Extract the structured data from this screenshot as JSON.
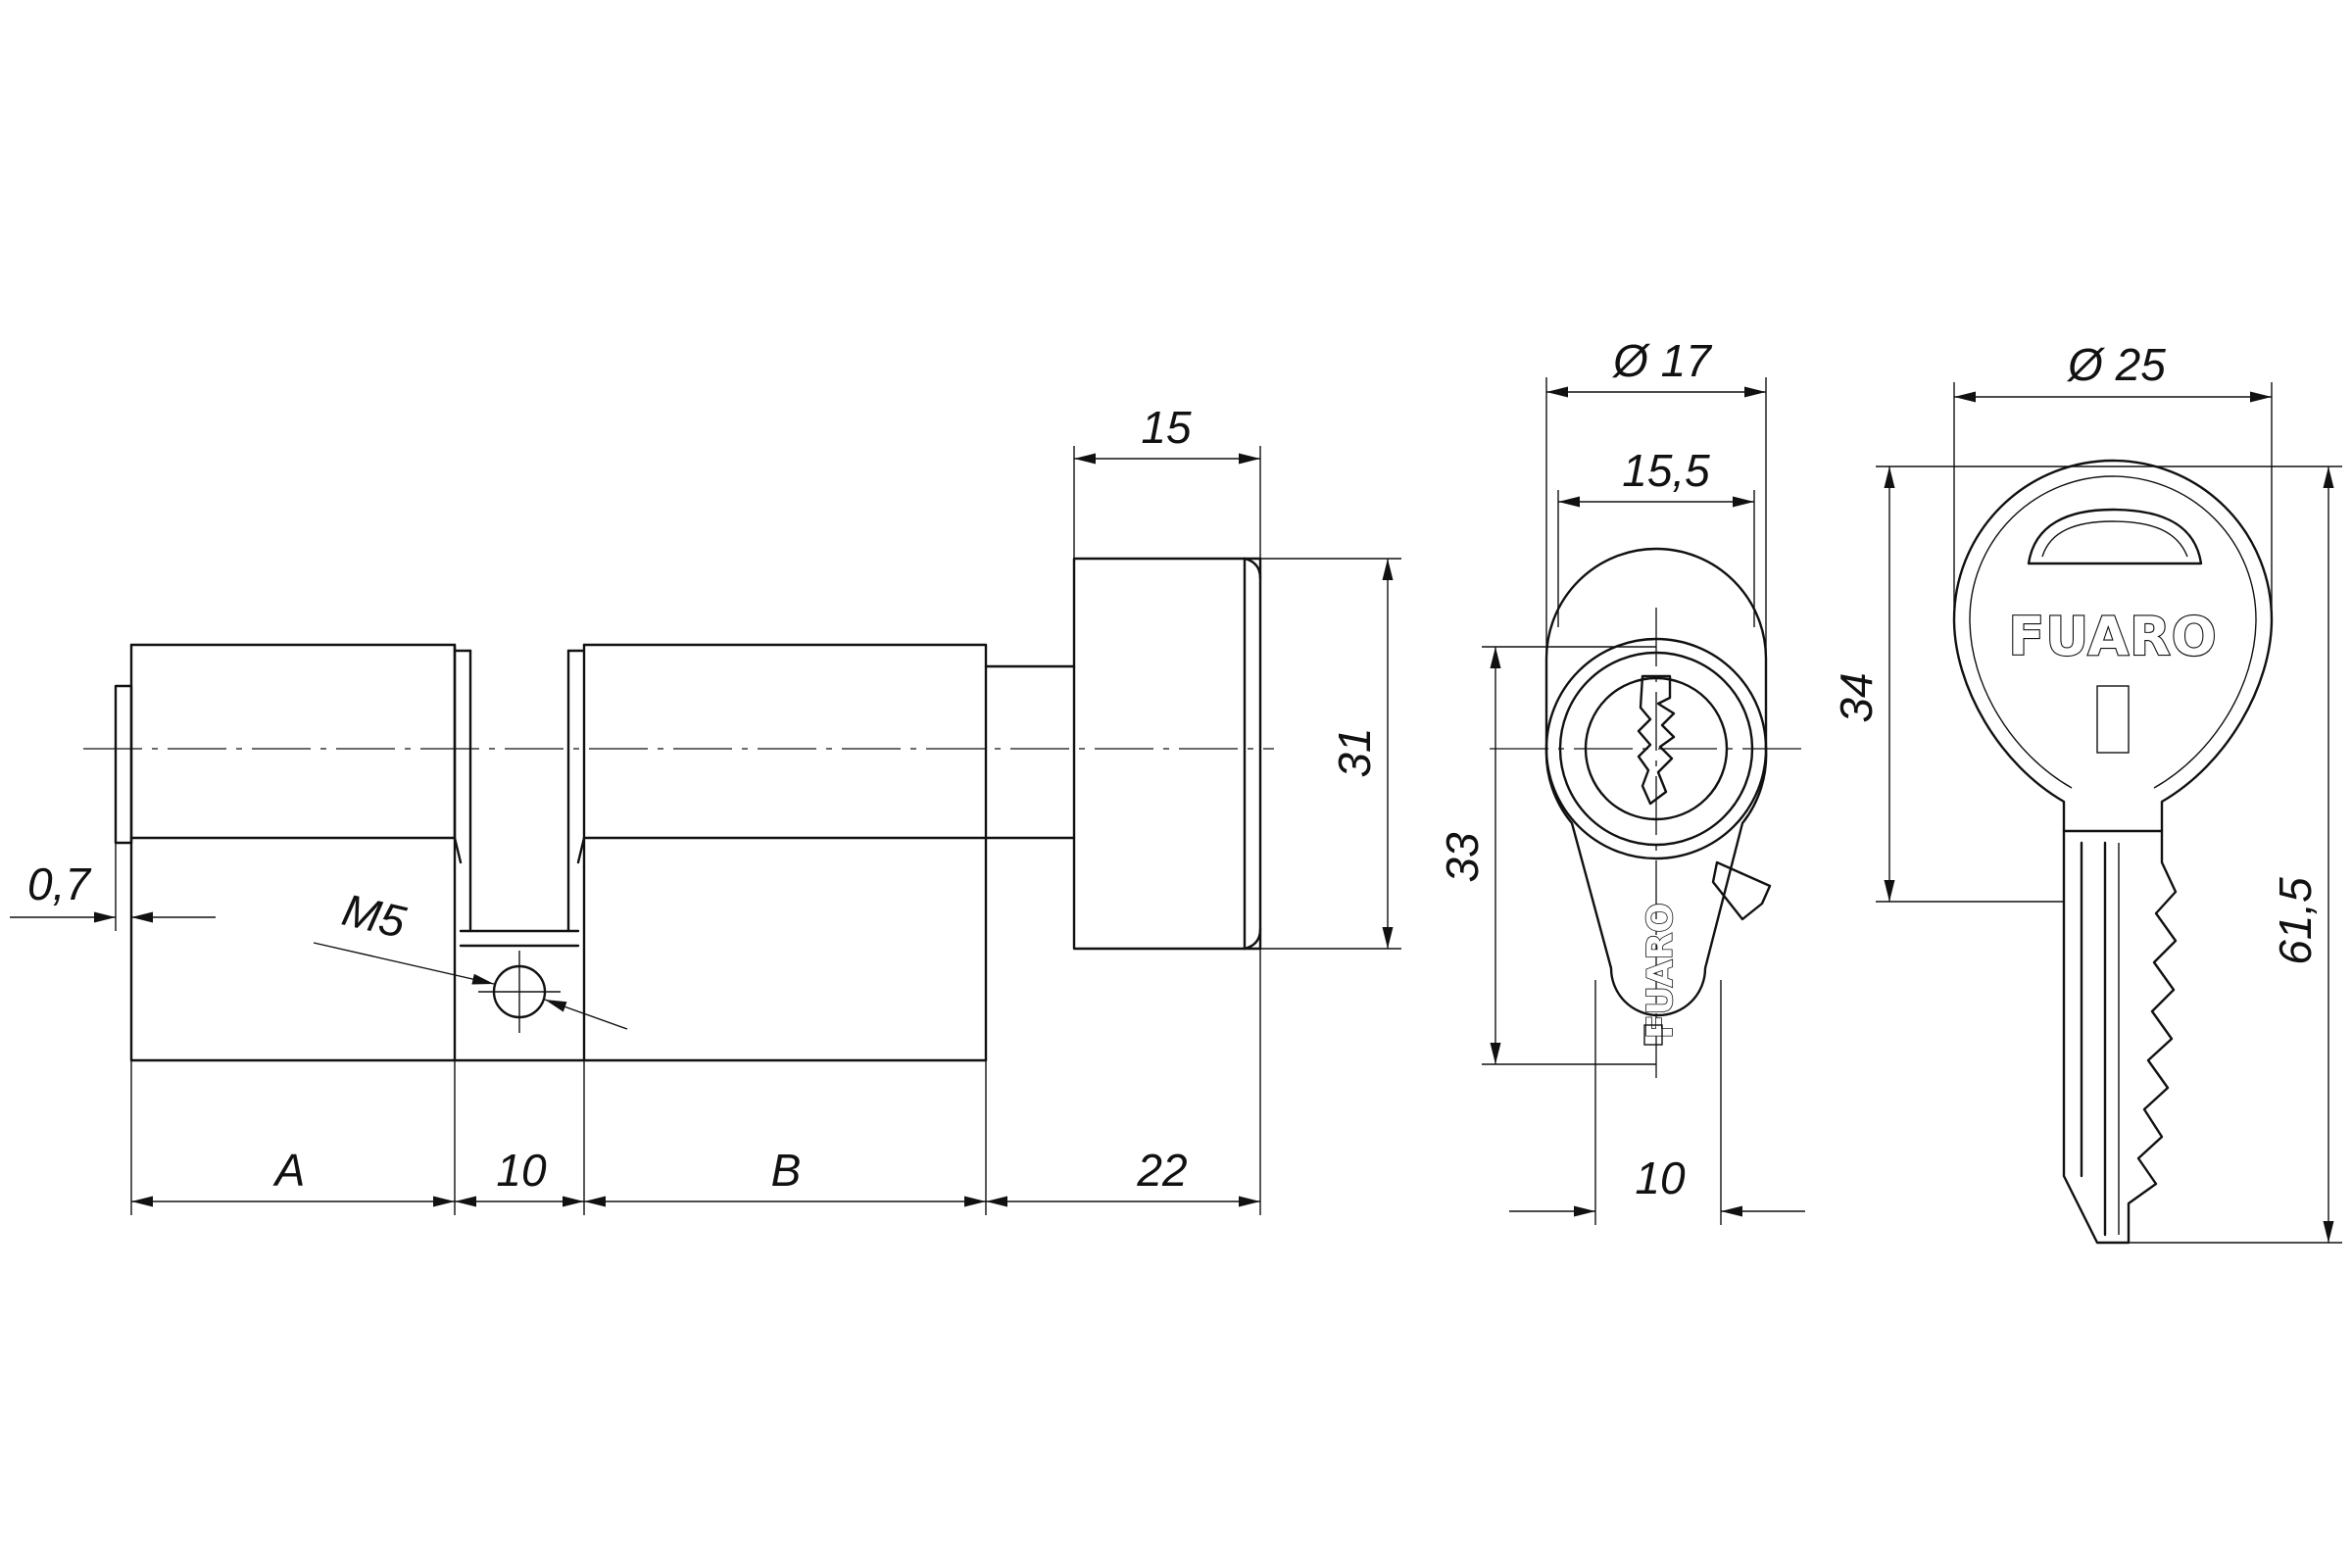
{
  "dimensions": {
    "a": "A",
    "b": "B",
    "center_gap": "10",
    "knob_offset": "22",
    "knob_width": "15",
    "knob_height": "31",
    "offset": "0,7",
    "screw": "M5",
    "front_diameter": "Ø 17",
    "front_inner_width": "15,5",
    "front_height": "33",
    "cam_width": "10",
    "key_diameter": "Ø 25",
    "key_head_height": "34",
    "key_length": "61,5"
  },
  "branding": {
    "cylinder_logo": "FUARO",
    "key_logo": "FUARO"
  }
}
